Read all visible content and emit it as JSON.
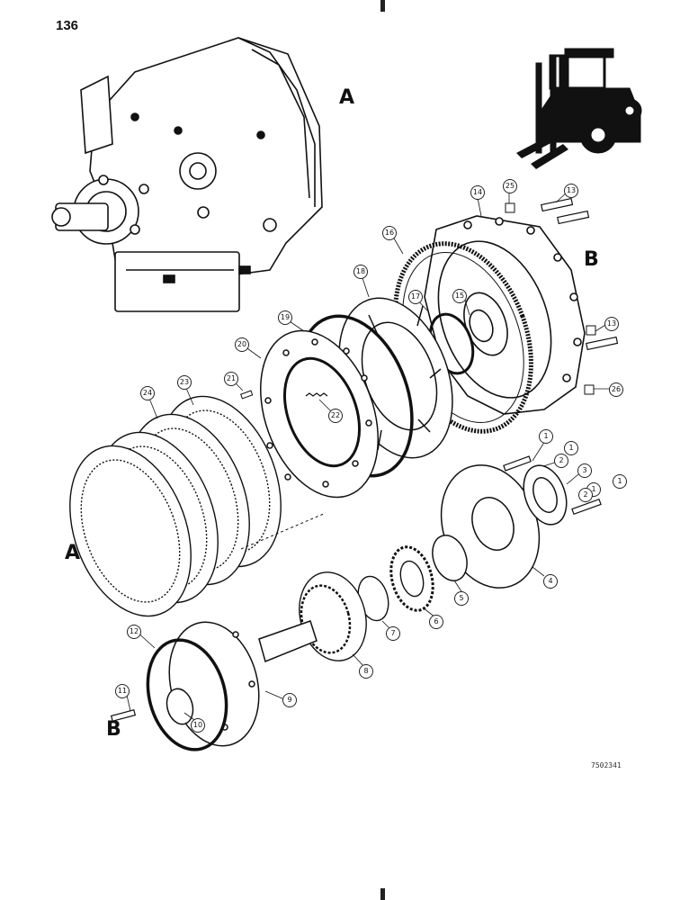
{
  "page_number": "136",
  "section_labels": {
    "a_top": "A",
    "b_right": "B",
    "a_left": "A",
    "b_bottom": "B"
  },
  "callouts": [
    "1",
    "2",
    "3",
    "4",
    "5",
    "6",
    "7",
    "8",
    "9",
    "10",
    "11",
    "12",
    "13",
    "14",
    "15",
    "16",
    "17",
    "18",
    "19",
    "20",
    "21",
    "22",
    "23",
    "24",
    "25",
    "26"
  ],
  "drawing_id": "7502341",
  "icons": {
    "vehicle": "forklift-icon"
  }
}
